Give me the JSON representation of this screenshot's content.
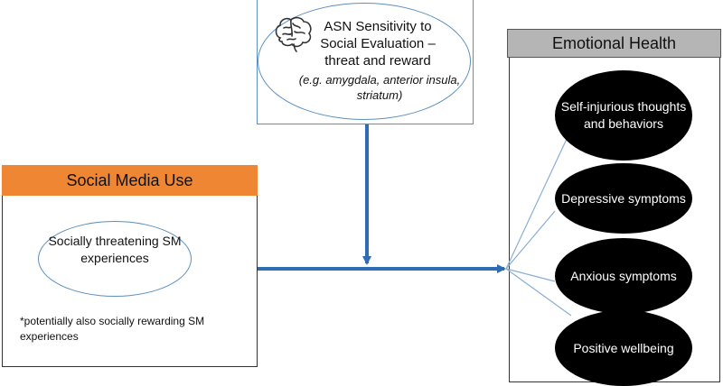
{
  "moderator": {
    "title": "ASN Sensitivity to Social Evaluation – threat and reward",
    "example": "(e.g. amygdala, anterior insula, striatum)",
    "icon": "brain-icon"
  },
  "predictor": {
    "header": "Social Media Use",
    "item": "Socially threatening SM experiences",
    "note": "*potentially also socially rewarding SM experiences"
  },
  "outcome_panel": {
    "header": "Emotional Health",
    "items": [
      "Self-injurious thoughts and behaviors",
      "Depressive symptoms",
      "Anxious symptoms",
      "Positive wellbeing"
    ]
  },
  "colors": {
    "arrow": "#2e6db3",
    "ellipse_border": "#5b8fbf",
    "predictor_header": "#ef8633",
    "outcome_header": "#b5b5b5",
    "outcome_fill": "#000000"
  }
}
